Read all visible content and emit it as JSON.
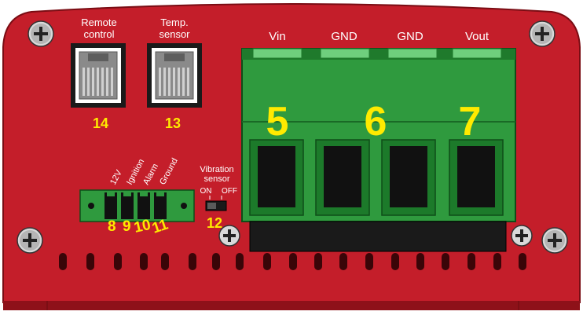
{
  "colors": {
    "housing": "#c41e2a",
    "housing_dark": "#8e1119",
    "terminal_green": "#2f9a3e",
    "terminal_green_dark": "#1f7a2c",
    "callout_yellow": "#ffea00",
    "label_white": "#ffffff"
  },
  "ports": {
    "remote_control": {
      "label_line1": "Remote",
      "label_line2": "control",
      "number": "14"
    },
    "temp_sensor": {
      "label_line1": "Temp.",
      "label_line2": "sensor",
      "number": "13"
    }
  },
  "terminal_block": {
    "pins": [
      {
        "label": "Vin",
        "number": "5"
      },
      {
        "label": "GND",
        "number": "6"
      },
      {
        "label": "GND",
        "number": ""
      },
      {
        "label": "Vout",
        "number": "7"
      }
    ]
  },
  "small_connector": {
    "pins": [
      {
        "label": "12V",
        "number": "8"
      },
      {
        "label": "Ignition",
        "number": "9"
      },
      {
        "label": "Alarm",
        "number": "10"
      },
      {
        "label": "Ground",
        "number": "11"
      }
    ]
  },
  "vibration_sensor": {
    "label_line1": "Vibration",
    "label_line2": "sensor",
    "on_label": "ON",
    "off_label": "OFF",
    "number": "12"
  },
  "icons": [
    "screw-icon",
    "rj-jack-icon",
    "slide-switch-icon"
  ]
}
